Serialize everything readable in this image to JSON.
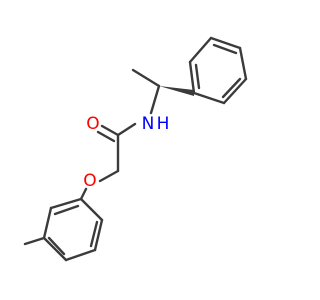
{
  "structure": {
    "atom_labels": {
      "nitrogen": "N",
      "nitrogen_hydrogen": "H",
      "carbonyl_oxygen": "O",
      "ether_oxygen": "O"
    },
    "colors": {
      "bond": "#3b3b3b",
      "nitrogen": "#0000ff",
      "oxygen": "#ff0000",
      "background": "#ffffff"
    }
  }
}
